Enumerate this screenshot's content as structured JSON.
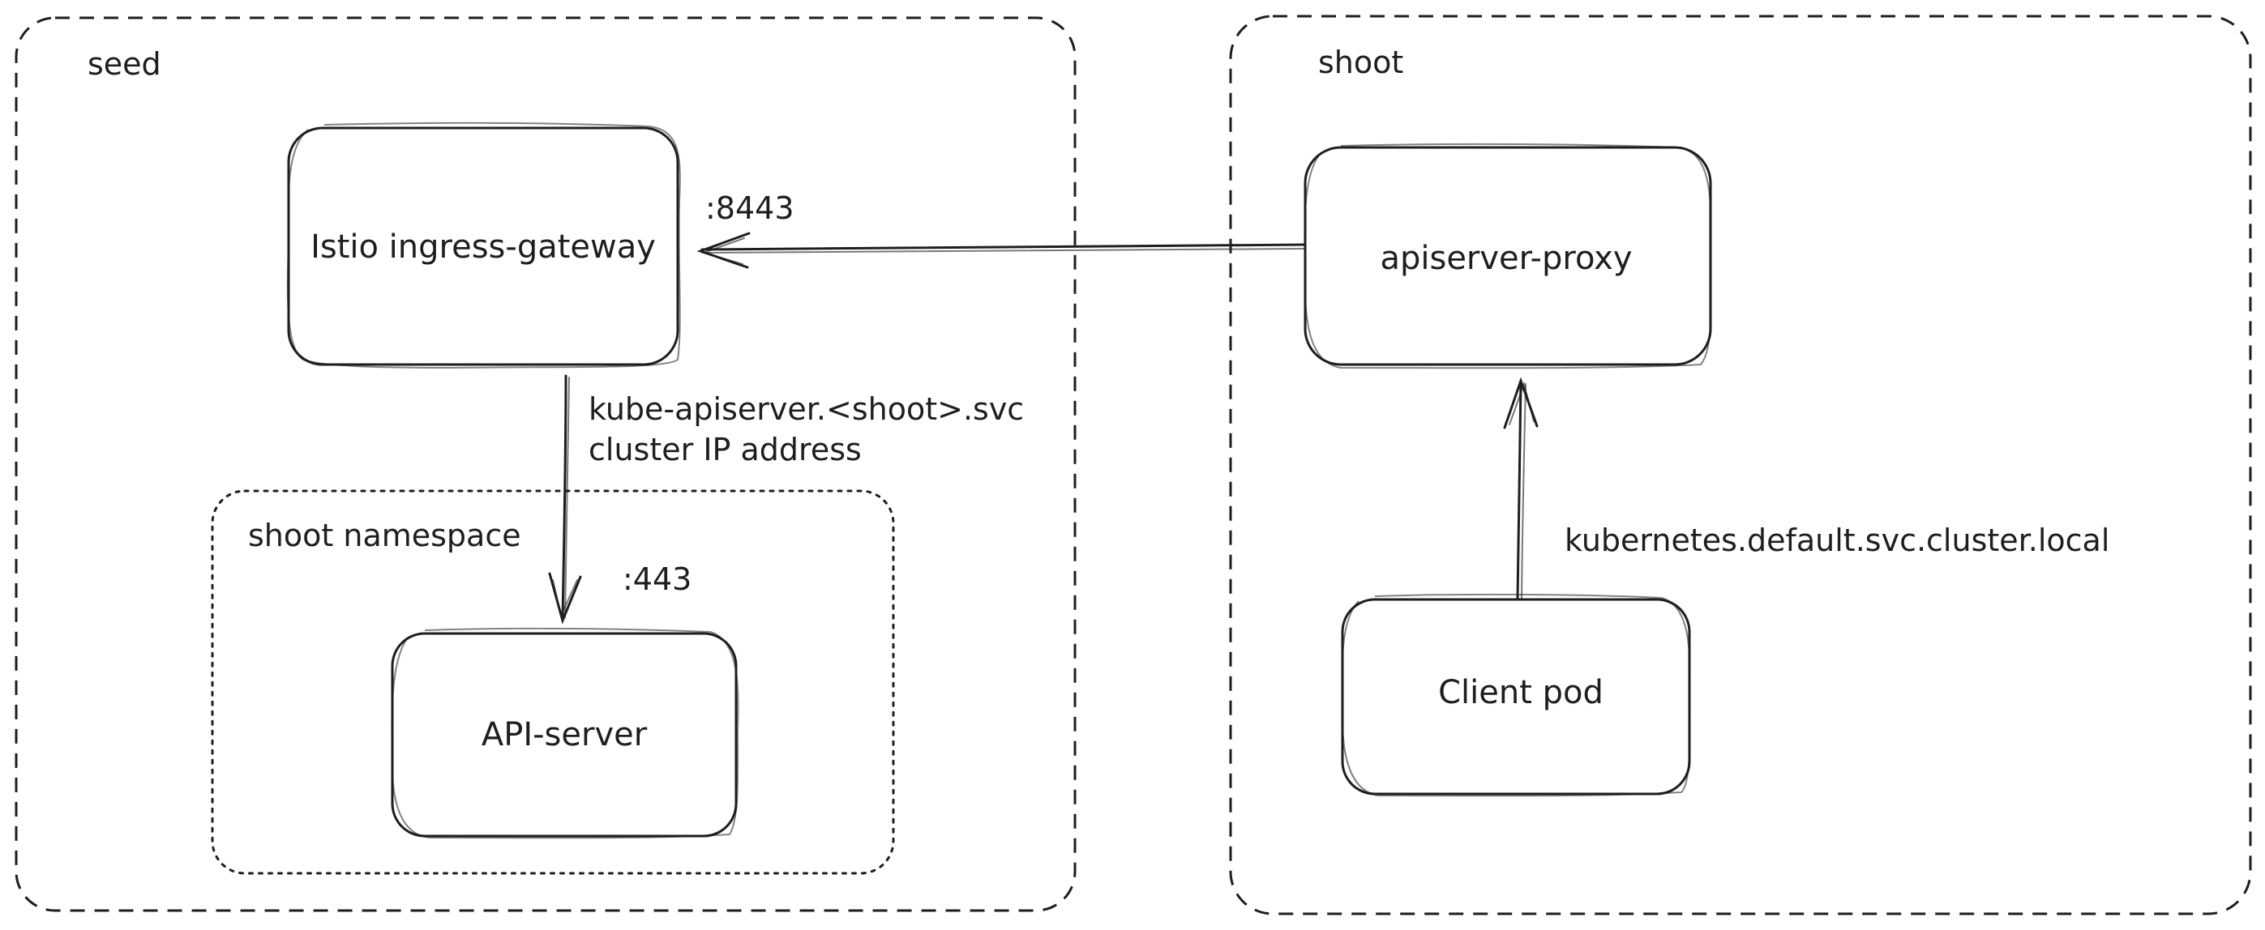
{
  "groups": {
    "seed": {
      "label": "seed",
      "namespace": {
        "label": "shoot namespace"
      }
    },
    "shoot": {
      "label": "shoot"
    }
  },
  "nodes": {
    "istio": {
      "label": "Istio ingress-gateway"
    },
    "apiserver": {
      "label": "API-server"
    },
    "proxy": {
      "label": "apiserver-proxy"
    },
    "client": {
      "label": "Client pod"
    }
  },
  "edges": {
    "proxy_to_istio": {
      "label": ":8443"
    },
    "istio_to_apiserver": {
      "label_line1": "kube-apiserver.<shoot>.svc",
      "label_line2": "cluster IP address",
      "port_label": ":443"
    },
    "client_to_proxy": {
      "label": "kubernetes.default.svc.cluster.local"
    }
  }
}
